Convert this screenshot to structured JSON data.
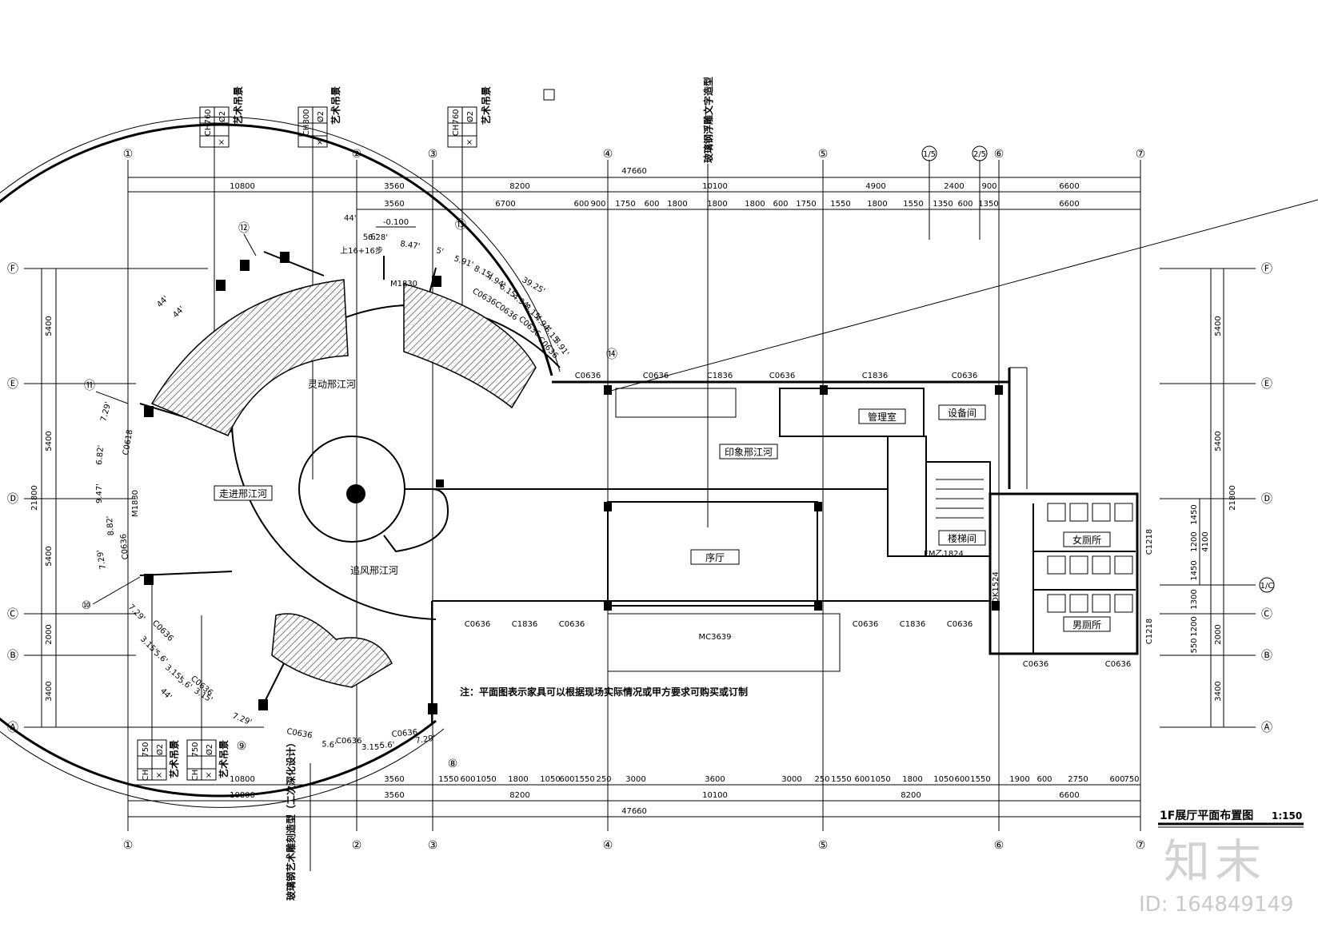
{
  "title": "1F展厅平面布置图",
  "scale": "1:150",
  "note": "注：平面图表示家具可以根据现场实际情况或甲方要求可购买或订制",
  "watermark": {
    "logo": "知末",
    "id": "ID: 164849149"
  },
  "top_axes": [
    "①",
    "②",
    "③",
    "④",
    "⑤",
    "1/5",
    "2/5",
    "⑥",
    "⑦"
  ],
  "bottom_axes": [
    "①",
    "②",
    "③",
    "④",
    "⑤",
    "⑥",
    "⑦"
  ],
  "left_axes": [
    "Ⓕ",
    "Ⓔ",
    "Ⓓ",
    "Ⓒ",
    "Ⓑ",
    "Ⓐ"
  ],
  "right_axes": [
    "Ⓕ",
    "Ⓔ",
    "Ⓓ",
    "1/C",
    "Ⓒ",
    "Ⓑ",
    "Ⓐ"
  ],
  "top_dims_row1": [
    "10800",
    "3560",
    "8200",
    "10100",
    "4900",
    "2400",
    "900",
    "6600"
  ],
  "top_dims_row2": [
    "3560",
    "6700",
    "600",
    "900",
    "1750",
    "600",
    "1800",
    "1800",
    "1800",
    "600",
    "1750",
    "1550",
    "1800",
    "1550",
    "1350",
    "600",
    "1350",
    "6600"
  ],
  "top_total": "47660",
  "bottom_dims_row1": [
    "10800",
    "3560",
    "1550",
    "600",
    "1050",
    "1800",
    "1050",
    "600",
    "1550",
    "250",
    "3000",
    "3600",
    "3000",
    "250",
    "1550",
    "600",
    "1050",
    "1800",
    "1050",
    "600",
    "1550",
    "1900",
    "600",
    "2750",
    "600",
    "750"
  ],
  "bottom_dims_row2": [
    "10800",
    "3560",
    "8200",
    "10100",
    "8200",
    "6600"
  ],
  "bottom_total": "47660",
  "left_dims": [
    "5400",
    "5400",
    "5400",
    "2000",
    "3400"
  ],
  "left_total": "21800",
  "right_dims": [
    "5400",
    "5400",
    "1450",
    "1200",
    "1450",
    "1300",
    "1200",
    "550",
    "2000",
    "3400"
  ],
  "right_total_a": "21800",
  "right_total_b": "4100",
  "art_tags": [
    {
      "label": "艺术吊景",
      "ch": "CH",
      "v1": "760",
      "v2": "Ø2"
    },
    {
      "label": "艺术吊景",
      "ch": "CH",
      "v1": "800",
      "v2": "Ø2"
    },
    {
      "label": "艺术吊景",
      "ch": "CH",
      "v1": "760",
      "v2": "Ø2"
    },
    {
      "label": "艺术吊景",
      "ch": "CH",
      "v1": "750",
      "v2": "Ø2"
    },
    {
      "label": "艺术吊景",
      "ch": "CH",
      "v1": "750",
      "v2": "Ø2"
    }
  ],
  "vertical_notes": [
    "玻璃钢浮雕文字造型",
    "玻璃钢艺术雕刻造型（二次深化设计）"
  ],
  "rooms": {
    "r1": "灵动邢江河",
    "r2": "走进邢江河",
    "r3": "印象邢江河",
    "r4": "追风邢江河",
    "r5": "序厅",
    "r6": "管理室",
    "r7": "设备间",
    "r8": "楼梯间",
    "r9": "女厕所",
    "r10": "男厕所"
  },
  "labels": {
    "elev": "-0.100",
    "stair": "上16+16步",
    "door_m1830a": "M1830",
    "door_m1830b": "M1830",
    "door_mc3639": "MC3639",
    "door_fm": "FM乙1824",
    "door_dk": "DK1524",
    "c1218a": "C1218",
    "c1218b": "C1218"
  },
  "windows_top": [
    "C0636",
    "C0636",
    "C1836",
    "C0636",
    "C1836",
    "C0636"
  ],
  "windows_front": [
    "C0636",
    "C1836",
    "C0636",
    "C0636",
    "C1836",
    "C0636"
  ],
  "windows_wc": [
    "C0636",
    "C0636"
  ],
  "arc_windows": [
    "C0636",
    "C0636",
    "C0636",
    "C0636",
    "C0636",
    "C0636",
    "C0636",
    "C0636",
    "C0618",
    "C0636",
    "C0636"
  ],
  "arc_dims_outer": [
    "5.6'",
    "8.47'",
    "5'",
    "5.91'",
    "8.15'",
    "4.94'",
    "6.15'",
    "4.94'",
    "8.15'",
    "4.94'",
    "6.15'",
    "5.91'"
  ],
  "arc_dims_lower": [
    "7.29'",
    "7.29'",
    "6.82'",
    "9.47'",
    "8.82'",
    "7.29'",
    "3.15'",
    "5.6'",
    "3.15'",
    "5.6'",
    "3.15'",
    "7.29'",
    "5.6'",
    "3.15'",
    "5.6'",
    "7.29'"
  ],
  "arc_angles": [
    "44'",
    "44'",
    "44'",
    "44'",
    "6.28'",
    "39.25'"
  ],
  "markers": [
    "⑫",
    "⑬",
    "⑭",
    "⑪",
    "⑩",
    "⑨",
    "⑧"
  ]
}
